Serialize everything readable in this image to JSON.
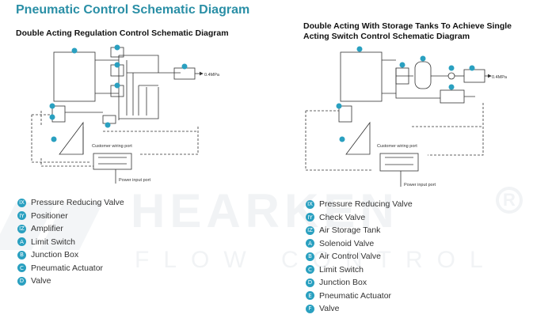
{
  "page_title": "Pneumatic Control Schematic Diagram",
  "diagram1": {
    "title": "Double Acting Regulation Control Schematic Diagram",
    "pressure_label": "0.4MPa",
    "customer_port_label": "Customer wiring port",
    "power_port_label": "Power input port",
    "legend": [
      {
        "badge": "IX",
        "label": "Pressure Reducing Valve"
      },
      {
        "badge": "IY",
        "label": "Positioner"
      },
      {
        "badge": "IZ",
        "label": "Amplifier"
      },
      {
        "badge": "A",
        "label": "Limit Switch"
      },
      {
        "badge": "B",
        "label": "Junction Box"
      },
      {
        "badge": "C",
        "label": "Pneumatic Actuator"
      },
      {
        "badge": "D",
        "label": "Valve"
      }
    ]
  },
  "diagram2": {
    "title": "Double Acting With Storage Tanks To Achieve Single Acting Switch Control Schematic Diagram",
    "pressure_label": "0.4MPa",
    "customer_port_label": "Customer wiring port",
    "power_port_label": "Power input port",
    "legend": [
      {
        "badge": "IX",
        "label": "Pressure Reducing Valve"
      },
      {
        "badge": "IY",
        "label": "Check Valve"
      },
      {
        "badge": "IZ",
        "label": "Air Storage Tank"
      },
      {
        "badge": "A",
        "label": "Solenoid Valve"
      },
      {
        "badge": "B",
        "label": "Air Control Valve"
      },
      {
        "badge": "C",
        "label": "Limit Switch"
      },
      {
        "badge": "D",
        "label": "Junction Box"
      },
      {
        "badge": "E",
        "label": "Pneumatic Actuator"
      },
      {
        "badge": "F",
        "label": "Valve"
      }
    ]
  },
  "watermark": {
    "brand": "HEARKEN",
    "tagline": "FLOW CONTROL"
  },
  "colors": {
    "accent": "#2aa0c0",
    "title": "#2a8fa6",
    "line": "#333333"
  }
}
